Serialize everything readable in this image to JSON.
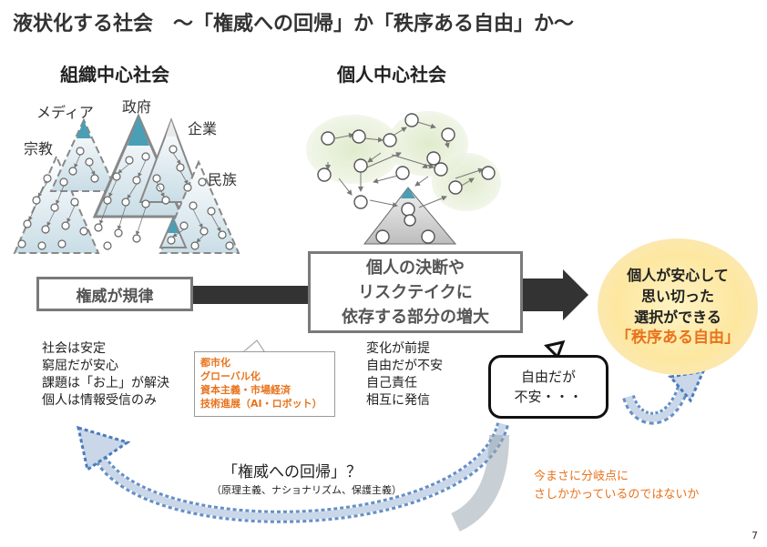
{
  "title": "液状化する社会　〜「権威への回帰」か「秩序ある自由」か〜",
  "left": {
    "heading": "組織中心社会",
    "labels": {
      "media": "メディア",
      "gov": "政府",
      "corp": "企業",
      "religion": "宗教",
      "ethnic": "民族"
    },
    "box_label": "権威が規律",
    "traits": [
      "社会は安定",
      "窮屈だが安心",
      "課題は「お上」が解決",
      "個人は情報受信のみ"
    ]
  },
  "center": {
    "heading": "個人中心社会",
    "box_lines": [
      "個人の決断や",
      "リスクテイクに",
      "依存する部分の増大"
    ],
    "traits": [
      "変化が前提",
      "自由だが不安",
      "自己責任",
      "相互に発信"
    ],
    "factors": [
      "都市化",
      "グローバル化",
      "資本主義・市場経済",
      "技術進展（AI・ロボット）"
    ]
  },
  "goal": {
    "lines": [
      "個人が安心して",
      "思い切った",
      "選択ができる"
    ],
    "accent": "「秩序ある自由」"
  },
  "speech": {
    "lines": [
      "自由だが",
      "不安・・・"
    ]
  },
  "return": {
    "question": "「権威への回帰」？",
    "sub": "（原理主義、ナショナリズム、保護主義）"
  },
  "note": {
    "lines": [
      "今まさに分岐点に",
      "さしかかっているのではないか"
    ]
  },
  "page_number": "7",
  "colors": {
    "accent": "#e8731c",
    "pyramid_top": "#4a9fb5",
    "dotted_arrow": "#4a7bbd",
    "goal_fill": "#fde7a0"
  }
}
